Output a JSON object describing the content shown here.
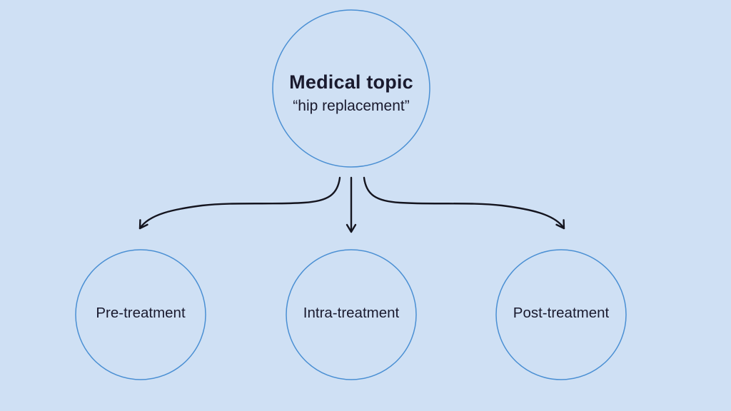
{
  "diagram": {
    "root": {
      "title": "Medical topic",
      "subtitle": "“hip replacement”"
    },
    "children": [
      {
        "label": "Pre-treatment"
      },
      {
        "label": "Intra-treatment"
      },
      {
        "label": "Post-treatment"
      }
    ]
  },
  "colors": {
    "background": "#cfe0f4",
    "circle_stroke": "#4a8fd3",
    "text": "#1a1a2e",
    "arrow": "#15151f"
  }
}
